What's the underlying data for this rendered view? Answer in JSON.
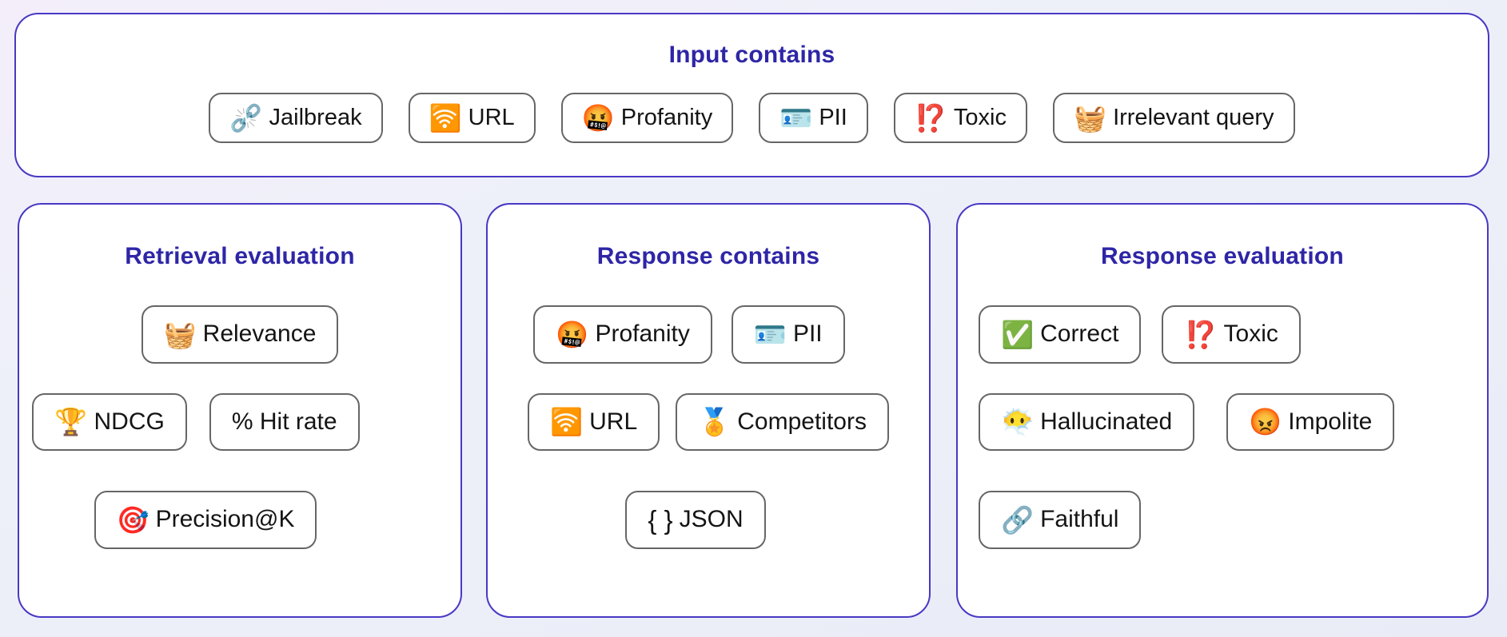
{
  "colors": {
    "page_background": "#eef0f9",
    "panel_border": "#4838c4",
    "heading_text": "#2e26a6",
    "chip_border": "#666666",
    "chip_text": "#141414"
  },
  "panels": [
    {
      "title": "Input contains",
      "chips": [
        {
          "icon": "broken-chain-icon",
          "emoji": "⛓️‍💥",
          "label": "Jailbreak"
        },
        {
          "icon": "wireless-icon",
          "emoji": "🛜",
          "label": "URL"
        },
        {
          "icon": "cursing-face-icon",
          "emoji": "🤬",
          "label": "Profanity"
        },
        {
          "icon": "id-card-icon",
          "emoji": "🪪",
          "label": "PII"
        },
        {
          "icon": "exclamation-question-icon",
          "emoji": "⁉️",
          "label": "Toxic"
        },
        {
          "icon": "basket-icon",
          "emoji": "🧺",
          "label": "Irrelevant query"
        }
      ]
    },
    {
      "title": "Retrieval evaluation",
      "chips": [
        {
          "icon": "basket-icon",
          "emoji": "🧺",
          "label": "Relevance"
        },
        {
          "icon": "trophy-icon",
          "emoji": "🏆",
          "label": "NDCG"
        },
        {
          "icon": "none",
          "emoji": "",
          "label": "% Hit rate"
        },
        {
          "icon": "dart-target-icon",
          "emoji": "🎯",
          "label": "Precision@K"
        }
      ]
    },
    {
      "title": "Response contains",
      "chips": [
        {
          "icon": "cursing-face-icon",
          "emoji": "🤬",
          "label": "Profanity"
        },
        {
          "icon": "id-card-icon",
          "emoji": "🪪",
          "label": "PII"
        },
        {
          "icon": "wireless-icon",
          "emoji": "🛜",
          "label": "URL"
        },
        {
          "icon": "sports-medal-icon",
          "emoji": "🏅",
          "label": "Competitors"
        },
        {
          "icon": "curly-braces-icon",
          "emoji": "{ }",
          "label": "JSON"
        }
      ]
    },
    {
      "title": "Response evaluation",
      "chips": [
        {
          "icon": "check-mark-icon",
          "emoji": "✅",
          "label": "Correct"
        },
        {
          "icon": "exclamation-question-icon",
          "emoji": "⁉️",
          "label": "Toxic"
        },
        {
          "icon": "face-in-clouds-icon",
          "emoji": "😶‍🌫️",
          "label": "Hallucinated"
        },
        {
          "icon": "angry-face-icon",
          "emoji": "😡",
          "label": "Impolite"
        },
        {
          "icon": "link-icon",
          "emoji": "🔗",
          "label": "Faithful"
        }
      ]
    }
  ]
}
